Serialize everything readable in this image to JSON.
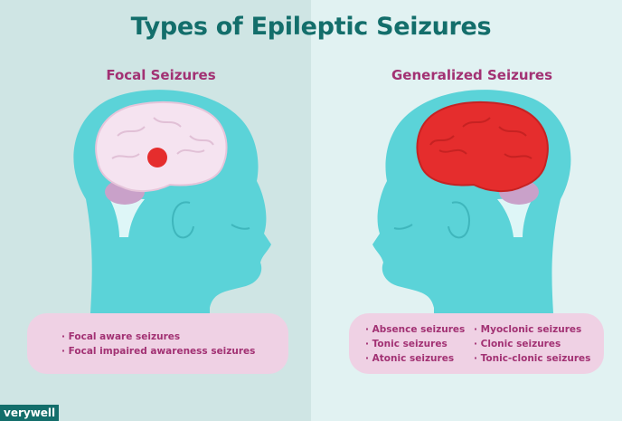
{
  "title": "Types of Epileptic Seizures",
  "focal": {
    "title": "Focal Seizures",
    "items": [
      "Focal aware seizures",
      "Focal impaired awareness seizures"
    ]
  },
  "generalized": {
    "title": "Generalized Seizures",
    "items_col1": [
      "Absence seizures",
      "Tonic seizures",
      "Atonic seizures"
    ],
    "items_col2": [
      "Myoclonic seizures",
      "Clonic seizures",
      "Tonic-clonic seizures"
    ]
  },
  "logo": "verywell",
  "colors": {
    "title": "#136e6b",
    "accent": "#a23173",
    "head": "#5bd3d8",
    "brain": "#f5e3f0",
    "active_brain": "#e52d2d",
    "box": "#efd1e4"
  }
}
